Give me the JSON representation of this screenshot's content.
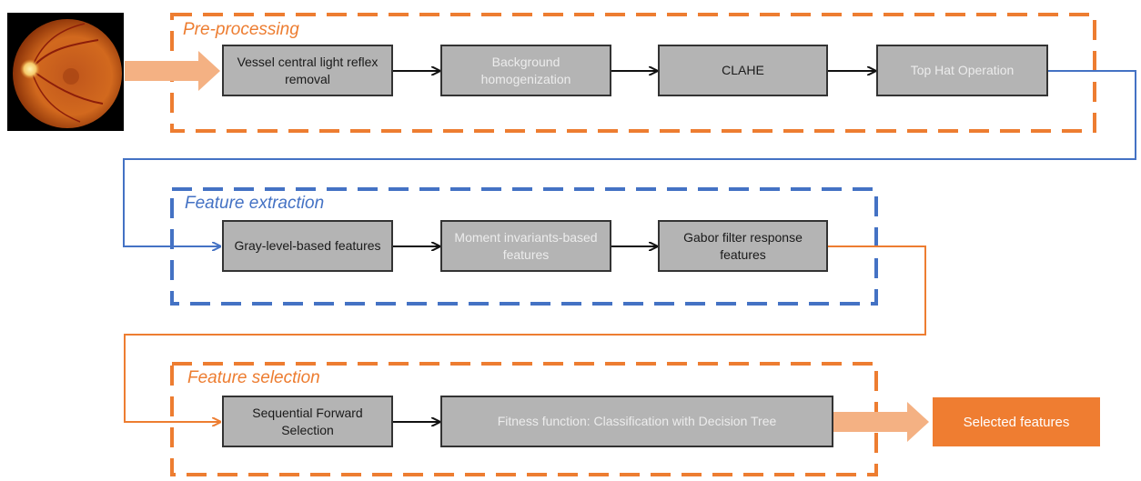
{
  "colors": {
    "orange": "#ed7d31",
    "blue": "#4472c4",
    "node_fill": "#b4b4b4",
    "node_border": "#333333",
    "output_fill": "#ef7d31"
  },
  "input_image": {
    "icon": "retina-fundus-photo"
  },
  "sections": {
    "preprocessing": {
      "title": "Pre-processing",
      "steps": [
        {
          "label": "Vessel central light reflex removal"
        },
        {
          "label": "Background homogenization"
        },
        {
          "label": "CLAHE"
        },
        {
          "label": "Top Hat Operation"
        }
      ]
    },
    "feature_extraction": {
      "title": "Feature extraction",
      "steps": [
        {
          "label": "Gray-level-based features"
        },
        {
          "label": "Moment invariants-based features"
        },
        {
          "label": "Gabor filter response features"
        }
      ]
    },
    "feature_selection": {
      "title": "Feature selection",
      "steps": [
        {
          "label": "Sequential Forward Selection"
        },
        {
          "label": "Fitness function: Classification with Decision Tree"
        }
      ]
    }
  },
  "output": {
    "label": "Selected features"
  }
}
